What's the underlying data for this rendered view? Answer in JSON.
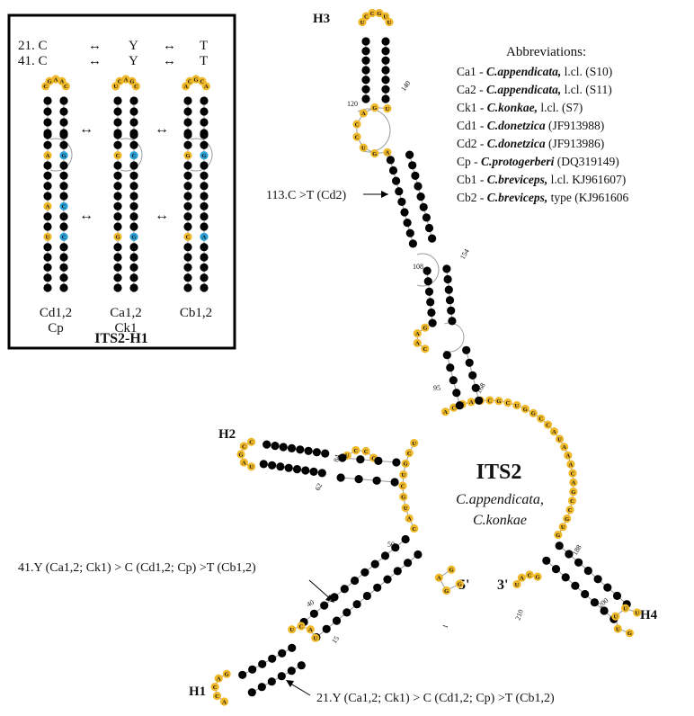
{
  "title": "ITS2",
  "species": [
    "C.appendicata,",
    "C.konkae"
  ],
  "end5": "5'",
  "end3": "3'",
  "helices": [
    "H1",
    "H2",
    "H3",
    "H4"
  ],
  "positions": [
    "1",
    "15",
    "40",
    "50",
    "62",
    "84",
    "95",
    "108",
    "113",
    "120",
    "140",
    "154",
    "168",
    "188",
    "200",
    "210"
  ],
  "annotations": {
    "pos113": "113.C >T (Cd2)",
    "pos41": "41.Y (Ca1,2; Ck1) > C (Cd1,2; Cp) >T (Cb1,2)",
    "pos21": "21.Y (Ca1,2; Ck1) > C (Cd1,2; Cp) >T (Cb1,2)"
  },
  "abbreviations": {
    "heading": "Abbreviations:",
    "items": [
      {
        "code": "Ca1 - ",
        "species": "C.appendicata,",
        "rest": " l.cl. (S10)"
      },
      {
        "code": "Ca2 - ",
        "species": "C.appendicata,",
        "rest": " l.cl. (S11)"
      },
      {
        "code": "Ck1 - ",
        "species": "C.konkae,",
        "rest": " l.cl. (S7)"
      },
      {
        "code": "Cd1 - ",
        "species": "C.donetzica",
        "rest": " (JF913988)"
      },
      {
        "code": "Cd2 - ",
        "species": "C.donetzica",
        "rest": " (JF913986)"
      },
      {
        "code": "Cp  - ",
        "species": "C.protogerberi",
        "rest": " (DQ319149)"
      },
      {
        "code": "Cb1 - ",
        "species": "C.breviceps,",
        "rest": " l.cl. KJ961607)"
      },
      {
        "code": "Cb2 - ",
        "species": "C.breviceps,",
        "rest": " type (KJ961606"
      }
    ]
  },
  "inset": {
    "title": "ITS2-H1",
    "rows": [
      {
        "pos": "21. C",
        "arrow1": "↔",
        "mid": "Y",
        "arrow2": "↔",
        "end": "T"
      },
      {
        "pos": "41. C",
        "arrow1": "↔",
        "mid": "Y",
        "arrow2": "↔",
        "end": "T"
      }
    ],
    "arrow": "↔",
    "labels": [
      {
        "line1": "Cd1,2",
        "line2": "Cp"
      },
      {
        "line1": "Ca1,2",
        "line2": "Ck1"
      },
      {
        "line1": "Cb1,2",
        "line2": ""
      }
    ]
  },
  "colors": {
    "paired": "#2aa0d6",
    "unpaired": "#f0b92a",
    "pairedDark": "#1c7fb0"
  },
  "bases": "ACGU"
}
